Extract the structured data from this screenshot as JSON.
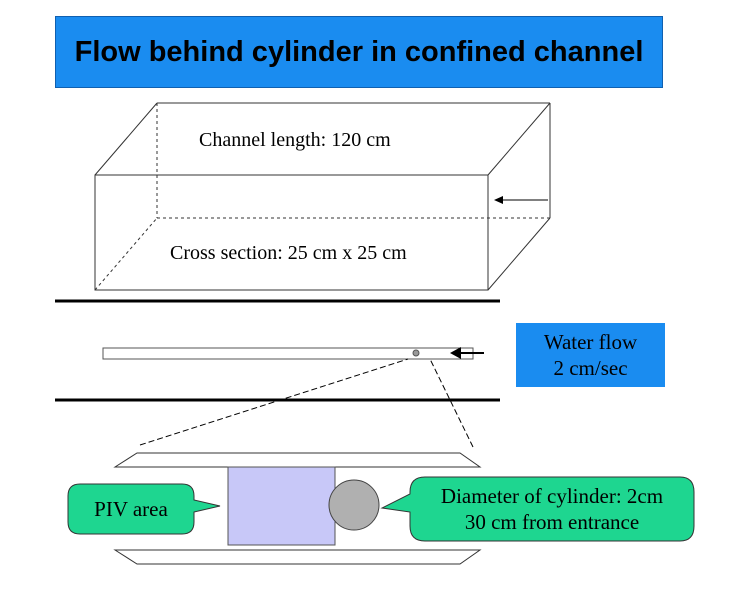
{
  "title": "Flow behind cylinder in confined channel",
  "channel_length_label": "Channel length: 120 cm",
  "cross_section_label": "Cross section: 25 cm x 25 cm",
  "water_flow": {
    "line1": "Water flow",
    "line2": "2 cm/sec"
  },
  "piv_label": "PIV area",
  "cylinder_callout": {
    "line1": "Diameter of cylinder: 2cm",
    "line2": "30 cm from entrance"
  },
  "colors": {
    "title_bg": "#1a8cf0",
    "callout_bg": "#1ed690",
    "piv_fill": "#c8c8f8",
    "cylinder_fill": "#b0b0b0"
  }
}
